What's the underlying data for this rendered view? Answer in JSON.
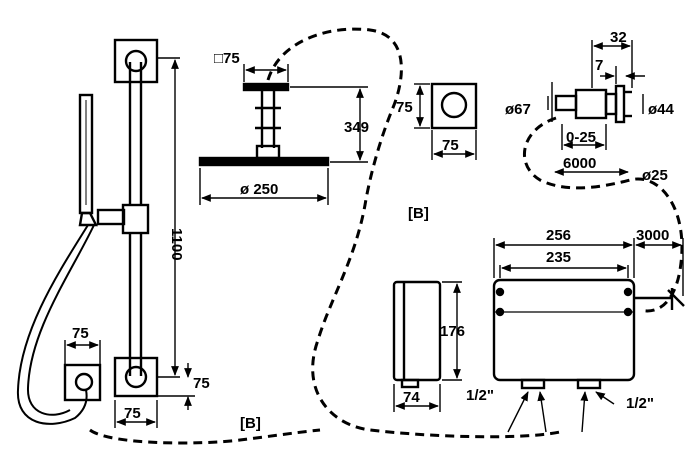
{
  "dims": {
    "rail_height": "1100",
    "rail_bracket_width": "75",
    "rail_bracket_height": "75",
    "valve_plate_width": "75",
    "head_plate_square": "□75",
    "head_arm_height": "349",
    "head_diameter": "ø 250",
    "wall_plate_height": "75",
    "wall_plate_width": "75",
    "conn_32": "32",
    "conn_7": "7",
    "conn_d67": "ø67",
    "conn_d44": "ø44",
    "conn_range": "0-25",
    "conn_hose": "6000",
    "tube_d25": "ø25",
    "box_width_256": "256",
    "box_width_235": "235",
    "box_cable": "3000",
    "box_height": "176",
    "box_depth": "74",
    "inlet_left": "1/2\"",
    "inlet_right": "1/2\""
  },
  "labels": {
    "b_upper": "[B]",
    "b_lower": "[B]"
  }
}
